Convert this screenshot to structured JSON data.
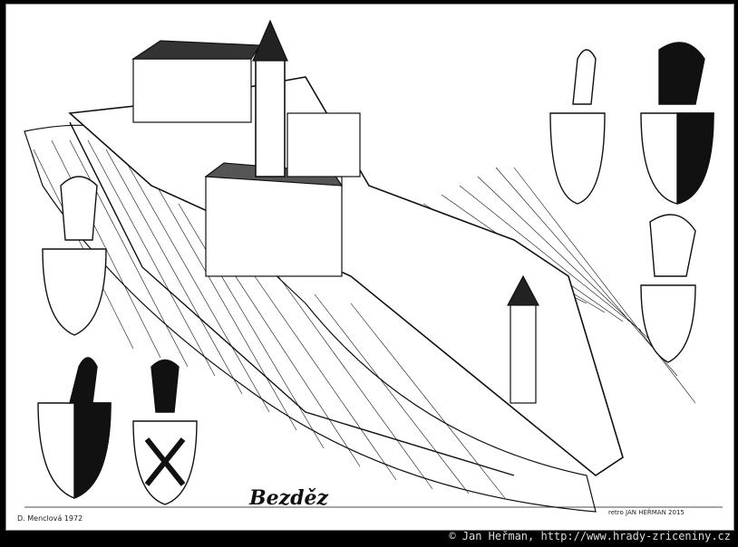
{
  "artwork": {
    "title": "Bezděz",
    "signature_left": "D. Menclová 1972",
    "signature_right": "retro JAN HEŘMAN 2015"
  },
  "footer": {
    "copyright": "© Jan Heřman, http://www.hrady-zriceniny.cz"
  }
}
